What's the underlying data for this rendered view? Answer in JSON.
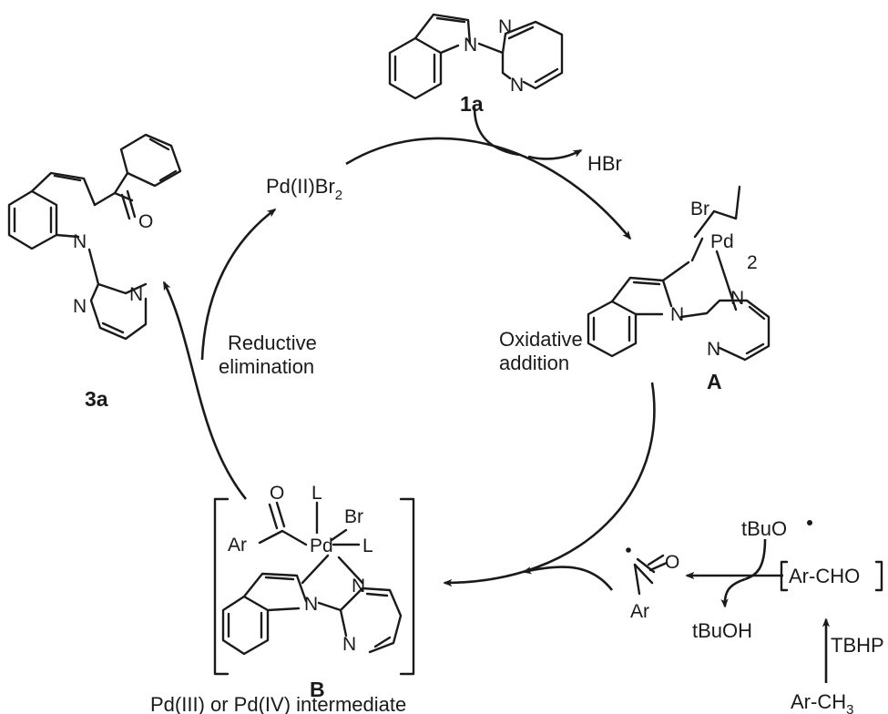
{
  "compounds": {
    "c1a": {
      "label": "1a"
    },
    "c3a": {
      "label": "3a"
    },
    "cA": {
      "label": "A"
    },
    "cB": {
      "label": "B"
    }
  },
  "species": {
    "pd_cat": {
      "main": "Pd(II)Br",
      "sub": "2"
    },
    "hbr": "HBr",
    "tbuo": "tBuO",
    "tbuoh": "tBuOH",
    "archo": "Ar-CHO",
    "tbhp": "TBHP",
    "arch3": {
      "main": "Ar-CH",
      "sub": "3"
    }
  },
  "steps": {
    "oxidative": [
      "Oxidative",
      "addition"
    ],
    "reductive": [
      "Reductive",
      "elimination"
    ]
  },
  "captions": {
    "intermediate": "Pd(III) or Pd(IV) intermediate"
  },
  "atoms": {
    "N": "N",
    "O": "O",
    "Ar": "Ar",
    "Pd": "Pd",
    "Br": "Br",
    "L": "L",
    "dimer_n": "2"
  }
}
